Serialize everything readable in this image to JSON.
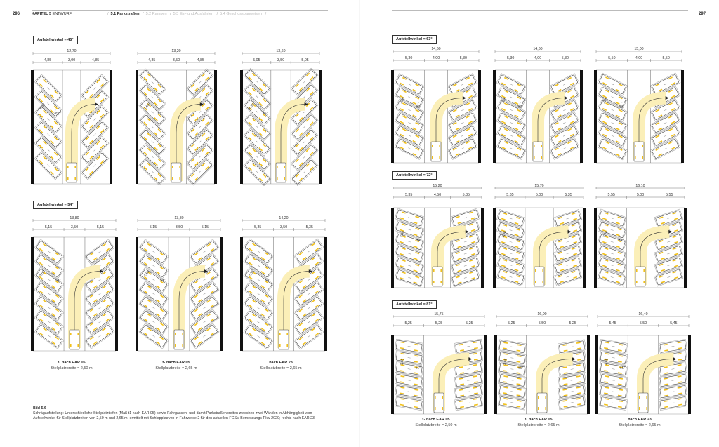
{
  "left_page": {
    "page_number": "296",
    "chapter_label": "KAPITEL 5",
    "chapter_title": "ENTWURF",
    "breadcrumbs": [
      {
        "label": "5.1 Parkstraßen",
        "active": true
      },
      {
        "label": "5.2 Rampen",
        "active": false
      },
      {
        "label": "5.3 Ein- und Ausfahrten",
        "active": false
      },
      {
        "label": "5.4 Geschossbauweisen",
        "active": false
      }
    ],
    "figure_caption": {
      "title": "Bild 5.6",
      "text": "Schrägaufstellung: Unterschiedliche Stellplatztiefen (Maß t1 nach EAR 05) sowie Fahrgassen- und damit Parkstraßenbreiten zwischen zwei Wänden in Abhängigkeit vom Aufstellwinkel für Stellplatzbreiten von 2,50 m und 2,65 m, ermittelt mit Schleppkurven in Fahrweise 2 für den aktuellen FGSV-Bemessungs-Pkw 2020; rechts nach EAR 23"
    }
  },
  "right_page": {
    "page_number": "297"
  },
  "column_captions": [
    {
      "title": "t₁ nach EAR 05",
      "subtitle": "Stellplatzbreite = 2,50 m"
    },
    {
      "title": "t₁ nach EAR 05",
      "subtitle": "Stellplatzbreite = 2,65 m"
    },
    {
      "title": "nach EAR 23",
      "subtitle": "Stellplatzbreite = 2,65 m"
    }
  ],
  "groups": [
    {
      "label": "Aufstellwinkel = 45°",
      "angle": 45,
      "angle_text": "45°",
      "diagrams": [
        {
          "total": "12,70",
          "parts": [
            "4,85",
            "3,00",
            "4,85"
          ],
          "depth": "2,50"
        },
        {
          "total": "13,20",
          "parts": [
            "4,85",
            "3,50",
            "4,85"
          ],
          "depth": "2,65"
        },
        {
          "total": "13,60",
          "parts": [
            "5,05",
            "3,50",
            "5,05"
          ],
          "depth": "2,65"
        }
      ]
    },
    {
      "label": "Aufstellwinkel = 54°",
      "angle": 54,
      "angle_text": "54°",
      "diagrams": [
        {
          "total": "13,80",
          "parts": [
            "5,15",
            "3,50",
            "5,15"
          ],
          "depth": "2,50"
        },
        {
          "total": "13,80",
          "parts": [
            "5,15",
            "3,50",
            "5,15"
          ],
          "depth": "2,65"
        },
        {
          "total": "14,20",
          "parts": [
            "5,35",
            "3,50",
            "5,35"
          ],
          "depth": "2,65"
        }
      ]
    },
    {
      "label": "Aufstellwinkel = 63°",
      "angle": 63,
      "angle_text": "63°",
      "diagrams": [
        {
          "total": "14,60",
          "parts": [
            "5,30",
            "4,00",
            "5,30"
          ],
          "depth": "2,50"
        },
        {
          "total": "14,60",
          "parts": [
            "5,30",
            "4,00",
            "5,30"
          ],
          "depth": "2,65"
        },
        {
          "total": "15,00",
          "parts": [
            "5,50",
            "4,00",
            "5,50"
          ],
          "depth": "2,65"
        }
      ]
    },
    {
      "label": "Aufstellwinkel = 72°",
      "angle": 72,
      "angle_text": "72°",
      "diagrams": [
        {
          "total": "15,20",
          "parts": [
            "5,35",
            "4,50",
            "5,35"
          ],
          "depth": "2,50"
        },
        {
          "total": "15,70",
          "parts": [
            "5,35",
            "5,00",
            "5,35"
          ],
          "depth": "2,65"
        },
        {
          "total": "16,10",
          "parts": [
            "5,55",
            "5,00",
            "5,55"
          ],
          "depth": "2,65"
        }
      ]
    },
    {
      "label": "Aufstellwinkel = 81°",
      "angle": 81,
      "angle_text": "81°",
      "diagrams": [
        {
          "total": "15,75",
          "parts": [
            "5,25",
            "5,25",
            "5,25"
          ],
          "depth": "2,65"
        },
        {
          "total": "16,00",
          "parts": [
            "5,25",
            "5,50",
            "5,25"
          ],
          "depth": "2,65"
        },
        {
          "total": "16,40",
          "parts": [
            "5,45",
            "5,50",
            "5,45"
          ],
          "depth": "2,65"
        }
      ]
    }
  ],
  "colors": {
    "ink": "#222222",
    "marking": "#f2c11a",
    "swept_path": "#fbefb8",
    "rule": "#bbbbbb"
  }
}
